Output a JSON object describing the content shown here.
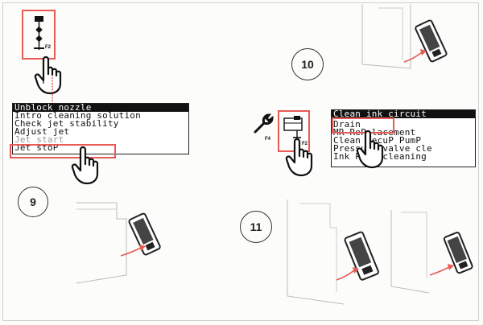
{
  "menu_left": {
    "items": [
      {
        "label": "Unblock nozzle",
        "selected": true
      },
      {
        "label": "Intro cleaning solution"
      },
      {
        "label": "Check jet stability"
      },
      {
        "label": "Adjust jet"
      },
      {
        "label": "Jet start",
        "faded": true
      },
      {
        "label": "Jet stoP"
      }
    ]
  },
  "menu_right": {
    "items": [
      {
        "label": "Clean ink circuit",
        "selected": true
      },
      {
        "label": "Drain"
      },
      {
        "label": "MR ReP lacement"
      },
      {
        "label": "Clean recuP PumP"
      },
      {
        "label": "Pressure valve cle"
      },
      {
        "label": "Ink PumP cleaning"
      }
    ]
  },
  "keys": {
    "f2_top": "F2",
    "f4": "F4",
    "f2_right": "F2"
  },
  "steps": {
    "step9": "9",
    "step10": "10",
    "step11": "11"
  },
  "colors": {
    "highlight_red": "#e85a55",
    "line": "#222222"
  },
  "icons": [
    "press-finger-icon",
    "wrench-icon",
    "maintenance-function-icon",
    "cartridge-icon"
  ]
}
